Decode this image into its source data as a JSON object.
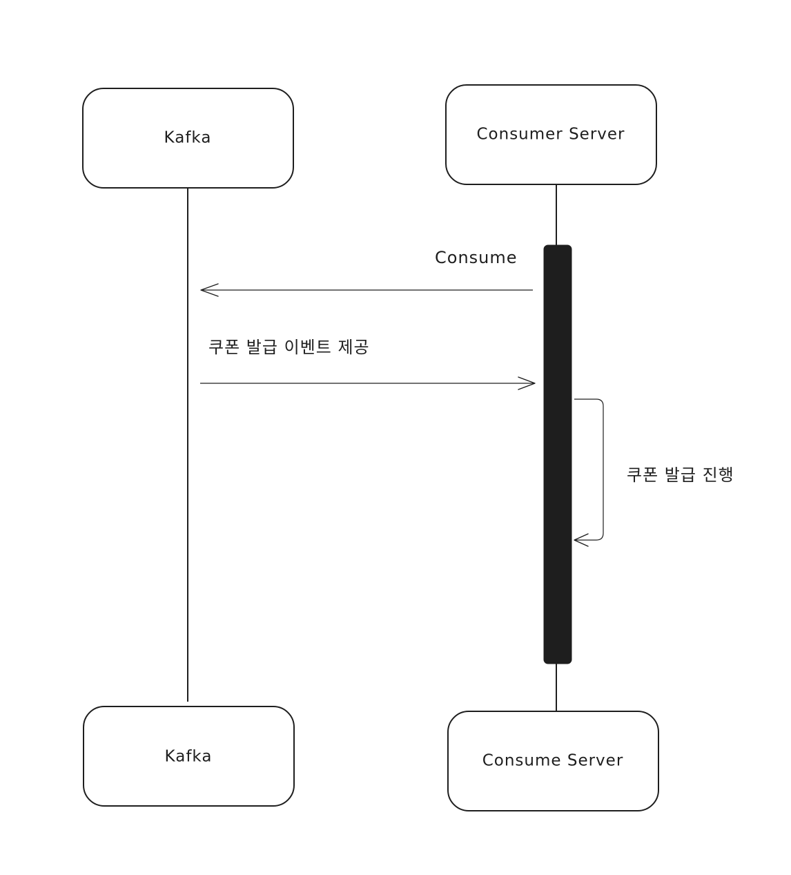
{
  "diagram": {
    "participants_top": {
      "left": "Kafka",
      "right": "Consumer Server"
    },
    "participants_bottom": {
      "left": "Kafka",
      "right": "Consume Server"
    },
    "messages": {
      "consume": "Consume",
      "provide_event": "쿠폰 발급 이벤트 제공",
      "self_process": "쿠폰 발급 진행"
    }
  },
  "colors": {
    "stroke": "#1e1e1e",
    "background": "#ffffff"
  }
}
